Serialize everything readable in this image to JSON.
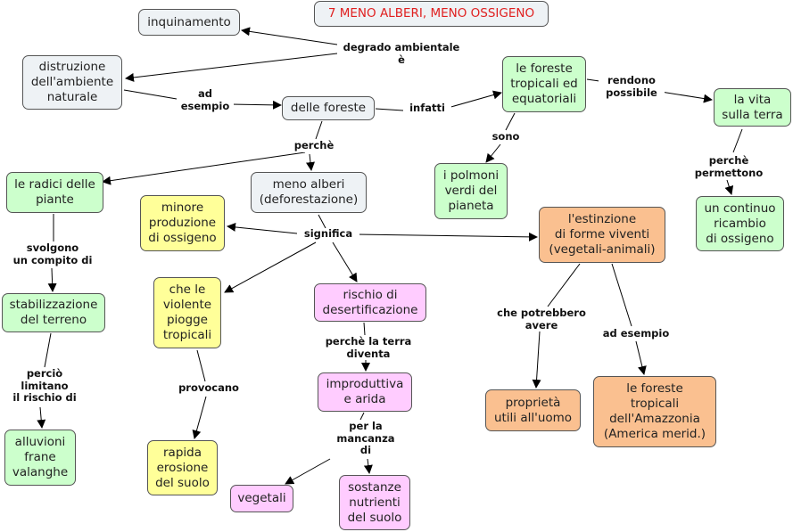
{
  "nodes": {
    "title": "7 MENO ALBERI, MENO OSSIGENO",
    "inquinamento": "inquinamento",
    "distruzione": "distruzione\ndell'ambiente\nnaturale",
    "delle_foreste": "delle foreste",
    "foreste_tropicali": "le foreste\ntropicali ed\nequatoriali",
    "vita": "la vita\nsulla terra",
    "polmoni": "i polmoni\nverdi del\npianeta",
    "ricambio": "un continuo\nricambio\ndi ossigeno",
    "radici": "le radici delle\npiante",
    "meno_alberi": "meno alberi\n(deforestazione)",
    "minore": "minore\nproduzione\ndi ossigeno",
    "estinzione": "l'estinzione\ndi forme viventi\n(vegetali-animali)",
    "stabilizzazione": "stabilizzazione\ndel terreno",
    "piogge": "che le\nviolente\npiogge\ntropicali",
    "desertificazione": "rischio di\ndesertificazione",
    "improduttiva": "improduttiva\ne arida",
    "alluvioni": "alluvioni\nfrane\nvalanghe",
    "erosione": "rapida\nerosione\ndel suolo",
    "vegetali": "vegetali",
    "sostanze": "sostanze\nnutrienti\ndel suolo",
    "proprieta": "proprietà\nutili all'uomo",
    "amazzonia": "le foreste\ntropicali\ndell'Amazzonia\n(America merid.)"
  },
  "links": {
    "degrado": "degrado ambientale\nè",
    "ad_esempio_1": "ad\nesempio",
    "infatti": "infatti",
    "rendono": "rendono\npossibile",
    "sono": "sono",
    "perche_1": "perchè\npermettono",
    "perche_2": "perchè",
    "significa": "significa",
    "svolgono": "svolgono\nun compito di",
    "percio": "perciò\nlimitano\nil rischio di",
    "provocano": "provocano",
    "terra_diventa": "perchè la terra\ndiventa",
    "mancanza": "per la\nmancanza\ndi",
    "potrebbero": "che potrebbero\navere",
    "ad_esempio_2": "ad esempio"
  },
  "colors": {
    "grey": "#eef2f5",
    "green": "#ccffcc",
    "yellow": "#ffff99",
    "pink": "#ffccff",
    "orange": "#fac090",
    "title_text": "#e02020"
  }
}
